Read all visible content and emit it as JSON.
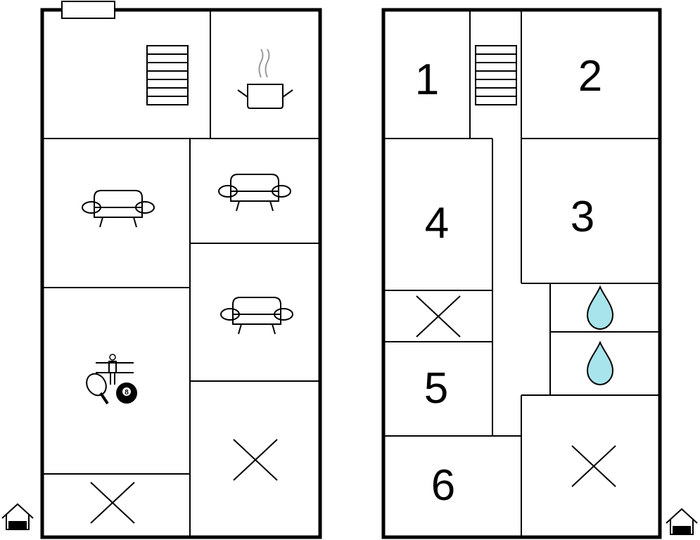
{
  "floors": [
    {
      "name": "left-floor",
      "rooms": [
        {
          "id": "stairs-room",
          "icon": "stairs-icon",
          "label": ""
        },
        {
          "id": "kitchen",
          "icon": "cooking-pot-icon",
          "label": ""
        },
        {
          "id": "living-room-1",
          "icon": "sofa-icon",
          "label": ""
        },
        {
          "id": "living-room-2",
          "icon": "sofa-icon",
          "label": ""
        },
        {
          "id": "living-room-3",
          "icon": "sofa-icon",
          "label": ""
        },
        {
          "id": "game-room",
          "icon": "games-icon",
          "label": ""
        },
        {
          "id": "storage-1",
          "icon": "cross-icon",
          "label": ""
        },
        {
          "id": "storage-2",
          "icon": "cross-icon",
          "label": ""
        }
      ]
    },
    {
      "name": "right-floor",
      "rooms": [
        {
          "id": "room-1",
          "icon": "",
          "label": "1"
        },
        {
          "id": "room-2",
          "icon": "",
          "label": "2"
        },
        {
          "id": "room-3",
          "icon": "",
          "label": "3"
        },
        {
          "id": "room-4",
          "icon": "",
          "label": "4"
        },
        {
          "id": "room-5",
          "icon": "",
          "label": "5"
        },
        {
          "id": "room-6",
          "icon": "",
          "label": "6"
        },
        {
          "id": "stairs",
          "icon": "stairs-icon",
          "label": ""
        },
        {
          "id": "bathroom-1",
          "icon": "water-drop-icon",
          "label": ""
        },
        {
          "id": "bathroom-2",
          "icon": "water-drop-icon",
          "label": ""
        },
        {
          "id": "storage-3",
          "icon": "cross-icon",
          "label": ""
        },
        {
          "id": "storage-4",
          "icon": "cross-icon",
          "label": ""
        }
      ]
    }
  ],
  "colors": {
    "wall": "#000000",
    "background": "#ffffff",
    "water_drop": "#a8e4ec"
  },
  "pool_ball_number": "8"
}
